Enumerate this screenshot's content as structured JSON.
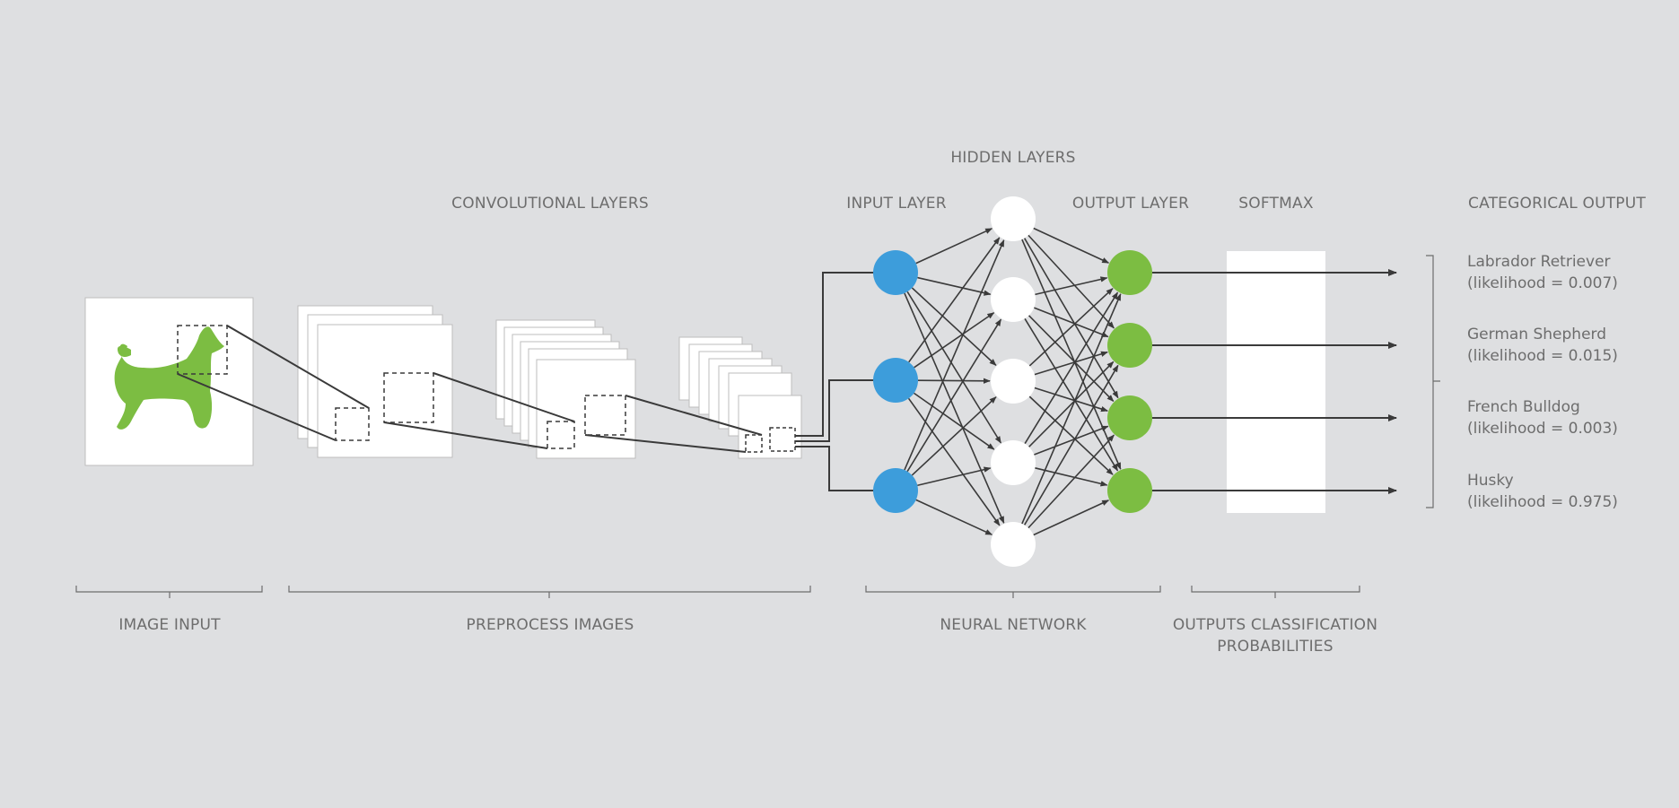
{
  "colors": {
    "background": "#dedfe1",
    "input_node": "#3d9ddb",
    "hidden_node": "#ffffff",
    "output_node": "#7cbd42",
    "dog": "#7cbd42",
    "line": "#3a3a3a",
    "text": "#6d6d6d"
  },
  "labels": {
    "hidden_layers": "HIDDEN LAYERS",
    "convolutional_layers": "CONVOLUTIONAL LAYERS",
    "input_layer": "INPUT LAYER",
    "output_layer": "OUTPUT LAYER",
    "softmax": "SOFTMAX",
    "categorical_output": "CATEGORICAL OUTPUT"
  },
  "stages": {
    "image_input": "IMAGE INPUT",
    "preprocess_images": "PREPROCESS IMAGES",
    "neural_network": "NEURAL NETWORK",
    "outputs_line1": "OUTPUTS CLASSIFICATION",
    "outputs_line2": "PROBABILITIES"
  },
  "outputs": [
    {
      "name": "Labrador Retriever",
      "likelihood": "(likelihood = 0.007)"
    },
    {
      "name": "German Shepherd",
      "likelihood": "(likelihood = 0.015)"
    },
    {
      "name": "French Bulldog",
      "likelihood": "(likelihood = 0.003)"
    },
    {
      "name": "Husky",
      "likelihood": "(likelihood = 0.975)"
    }
  ],
  "network": {
    "input_nodes": 3,
    "hidden_nodes": 5,
    "output_nodes": 4
  },
  "icons": {
    "image_input": "dog-silhouette-icon"
  }
}
